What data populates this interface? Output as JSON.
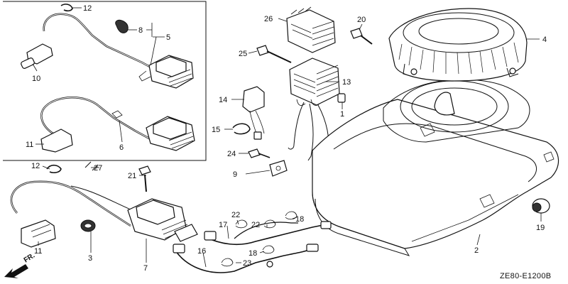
{
  "diagram": {
    "code": "ZE80-E1200B",
    "direction_label": "FR.",
    "callouts": [
      {
        "id": "c12a",
        "text": "12"
      },
      {
        "id": "c8",
        "text": "8"
      },
      {
        "id": "c5",
        "text": "5"
      },
      {
        "id": "c10",
        "text": "10"
      },
      {
        "id": "c11a",
        "text": "11"
      },
      {
        "id": "c6",
        "text": "6"
      },
      {
        "id": "c12b",
        "text": "12"
      },
      {
        "id": "c27",
        "text": "27"
      },
      {
        "id": "c21",
        "text": "21"
      },
      {
        "id": "c11b",
        "text": "11"
      },
      {
        "id": "c3",
        "text": "3"
      },
      {
        "id": "c7",
        "text": "7"
      },
      {
        "id": "c26",
        "text": "26"
      },
      {
        "id": "c25",
        "text": "25"
      },
      {
        "id": "c13",
        "text": "13"
      },
      {
        "id": "c1",
        "text": "1"
      },
      {
        "id": "c14",
        "text": "14"
      },
      {
        "id": "c15",
        "text": "15"
      },
      {
        "id": "c24",
        "text": "24"
      },
      {
        "id": "c9",
        "text": "9"
      },
      {
        "id": "c20",
        "text": "20"
      },
      {
        "id": "c4",
        "text": "4"
      },
      {
        "id": "c2",
        "text": "2"
      },
      {
        "id": "c19",
        "text": "19"
      },
      {
        "id": "c22a",
        "text": "22"
      },
      {
        "id": "c22b",
        "text": "22"
      },
      {
        "id": "c18a",
        "text": "18"
      },
      {
        "id": "c17",
        "text": "17"
      },
      {
        "id": "c18b",
        "text": "18"
      },
      {
        "id": "c16",
        "text": "16"
      },
      {
        "id": "c23",
        "text": "23"
      }
    ]
  }
}
